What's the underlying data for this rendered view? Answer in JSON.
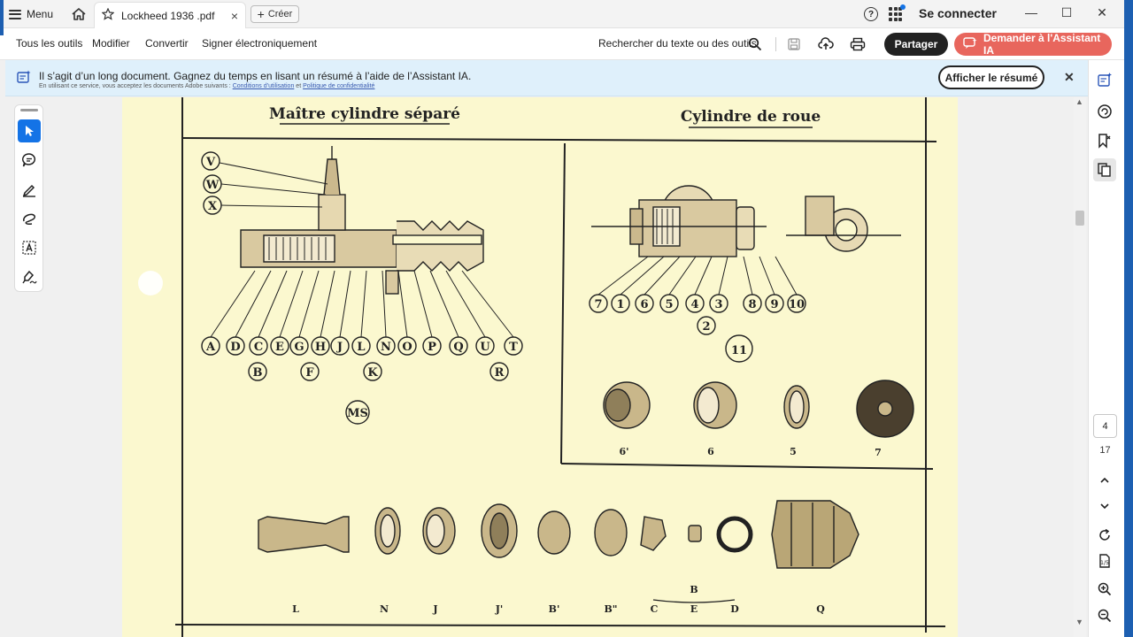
{
  "titlebar": {
    "menu_label": "Menu",
    "tab_title": "Lockheed 1936 .pdf",
    "create_label": "Créer",
    "help_glyph": "?",
    "signin_label": "Se connecter"
  },
  "toolbar": {
    "all_tools": "Tous les outils",
    "edit": "Modifier",
    "convert": "Convertir",
    "sign": "Signer électroniquement",
    "search_label": "Rechercher du texte ou des outils",
    "share_label": "Partager",
    "ai_label": "Demander à l'Assistant IA"
  },
  "banner": {
    "message": "Il s’agit d’un long document. Gagnez du temps en lisant un résumé à l’aide de l’Assistant IA.",
    "fine_prefix": "En utilisant ce service, vous acceptez les documents Adobe suivants :",
    "terms_link": "Conditions d’utilisation",
    "fine_and": "et",
    "privacy_link": "Politique de confidentialité",
    "summary_button": "Afficher le résumé"
  },
  "document": {
    "title_left": "Maître cylindre séparé",
    "title_right": "Cylindre de roue",
    "left_letters_row1": [
      "A",
      "D",
      "C",
      "E",
      "G",
      "H",
      "J",
      "L",
      "N",
      "O",
      "P",
      "Q",
      "U",
      "T"
    ],
    "left_letters_row2": [
      "B",
      "F",
      "K",
      "R"
    ],
    "left_letters_top": [
      "V",
      "W",
      "X"
    ],
    "left_hub": "MS",
    "right_numbers": [
      "7",
      "1",
      "6",
      "5",
      "4",
      "3",
      "8",
      "9",
      "10"
    ],
    "right_number_mid": "2",
    "right_hub": "11",
    "parts_right": [
      "6'",
      "6",
      "5",
      "7"
    ],
    "parts_bottom": [
      "L",
      "N",
      "J",
      "J'",
      "B'",
      "B\"",
      "C",
      "E",
      "D",
      "Q"
    ],
    "parts_bottom_group": "B"
  },
  "navigation": {
    "current_page": "4",
    "total_pages": "17"
  },
  "colors": {
    "accent": "#1473e6",
    "ai_button": "#e8665d",
    "banner_bg": "#dff0fb",
    "page_paper": "#fbf8cf"
  }
}
